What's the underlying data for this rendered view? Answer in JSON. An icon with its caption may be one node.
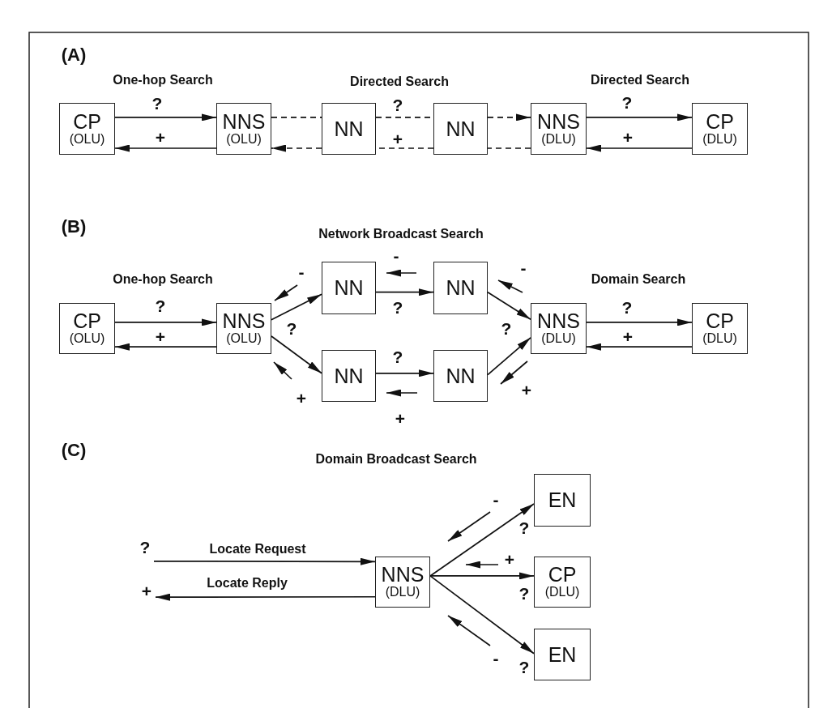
{
  "diagram": {
    "nodes": [
      {
        "text": [
          "CP",
          "(OLU)"
        ]
      },
      {
        "text": [
          "NNS",
          "(OLU)"
        ]
      },
      {
        "text": [
          "NN"
        ]
      },
      {
        "text": [
          "NN"
        ]
      },
      {
        "text": [
          "NNS",
          "(DLU)"
        ]
      },
      {
        "text": [
          "CP",
          "(DLU)"
        ]
      },
      {
        "text": [
          "CP",
          "(OLU)"
        ]
      },
      {
        "text": [
          "NNS",
          "(OLU)"
        ]
      },
      {
        "text": [
          "NN"
        ]
      },
      {
        "text": [
          "NN"
        ]
      },
      {
        "text": [
          "NN"
        ]
      },
      {
        "text": [
          "NN"
        ]
      },
      {
        "text": [
          "NNS",
          "(DLU)"
        ]
      },
      {
        "text": [
          "CP",
          "(DLU)"
        ]
      },
      {
        "text": [
          "?"
        ]
      },
      {
        "text": [
          "+"
        ]
      },
      {
        "text": [
          "NNS",
          "(DLU)"
        ]
      },
      {
        "text": [
          "EN"
        ]
      },
      {
        "text": [
          "CP",
          "(DLU)"
        ]
      },
      {
        "text": [
          "EN"
        ]
      }
    ],
    "edges": [
      {
        "from": 0,
        "to": 1,
        "arrow": "to",
        "label": "?"
      },
      {
        "from": 1,
        "to": 0,
        "arrow": "to",
        "label": "+"
      },
      {
        "from": 1,
        "to": 2,
        "arrow": "none",
        "style": "dashed"
      },
      {
        "from": 2,
        "to": 3,
        "arrow": "none",
        "style": "dashed",
        "label": "?"
      },
      {
        "from": 3,
        "to": 4,
        "arrow": "to",
        "style": "dashed"
      },
      {
        "from": 4,
        "to": 3,
        "arrow": "none",
        "style": "dashed"
      },
      {
        "from": 3,
        "to": 2,
        "arrow": "none",
        "style": "dashed",
        "label": "+"
      },
      {
        "from": 2,
        "to": 1,
        "arrow": "to",
        "style": "dashed"
      },
      {
        "from": 4,
        "to": 5,
        "arrow": "to",
        "label": "?"
      },
      {
        "from": 5,
        "to": 4,
        "arrow": "to",
        "label": "+"
      },
      {
        "from": 6,
        "to": 7,
        "arrow": "to",
        "label": "?"
      },
      {
        "from": 7,
        "to": 6,
        "arrow": "to",
        "label": "+"
      },
      {
        "from": 7,
        "to": 8,
        "arrow": "to"
      },
      {
        "from": 7,
        "to": 10,
        "arrow": "to"
      },
      {
        "from": 8,
        "to": 9,
        "arrow": "to",
        "label": "?"
      },
      {
        "from": 10,
        "to": 11,
        "arrow": "to",
        "label": "?"
      },
      {
        "from": 9,
        "to": 12,
        "arrow": "to"
      },
      {
        "from": 11,
        "to": 12,
        "arrow": "to"
      },
      {
        "from": 12,
        "to": 13,
        "arrow": "to",
        "label": "?"
      },
      {
        "from": 13,
        "to": 12,
        "arrow": "to",
        "label": "+"
      },
      {
        "from": 14,
        "to": 16,
        "arrow": "to",
        "label": "Locate Request"
      },
      {
        "from": 16,
        "to": 15,
        "arrow": "to",
        "label": "Locate Reply"
      },
      {
        "from": 16,
        "to": 17,
        "arrow": "to",
        "label": "?"
      },
      {
        "from": 16,
        "to": 18,
        "arrow": "to",
        "label": "?"
      },
      {
        "from": 16,
        "to": 19,
        "arrow": "to",
        "label": "?"
      }
    ],
    "labels": [
      "(A)",
      "One-hop Search",
      "Directed Search",
      "Directed Search",
      "(B)",
      "Network Broadcast Search",
      "One-hop Search",
      "Domain Search",
      "-",
      "-",
      "-",
      "?",
      "?",
      "+",
      "+",
      "+",
      "(C)",
      "Domain Broadcast Search",
      "-",
      "+",
      "-"
    ]
  }
}
